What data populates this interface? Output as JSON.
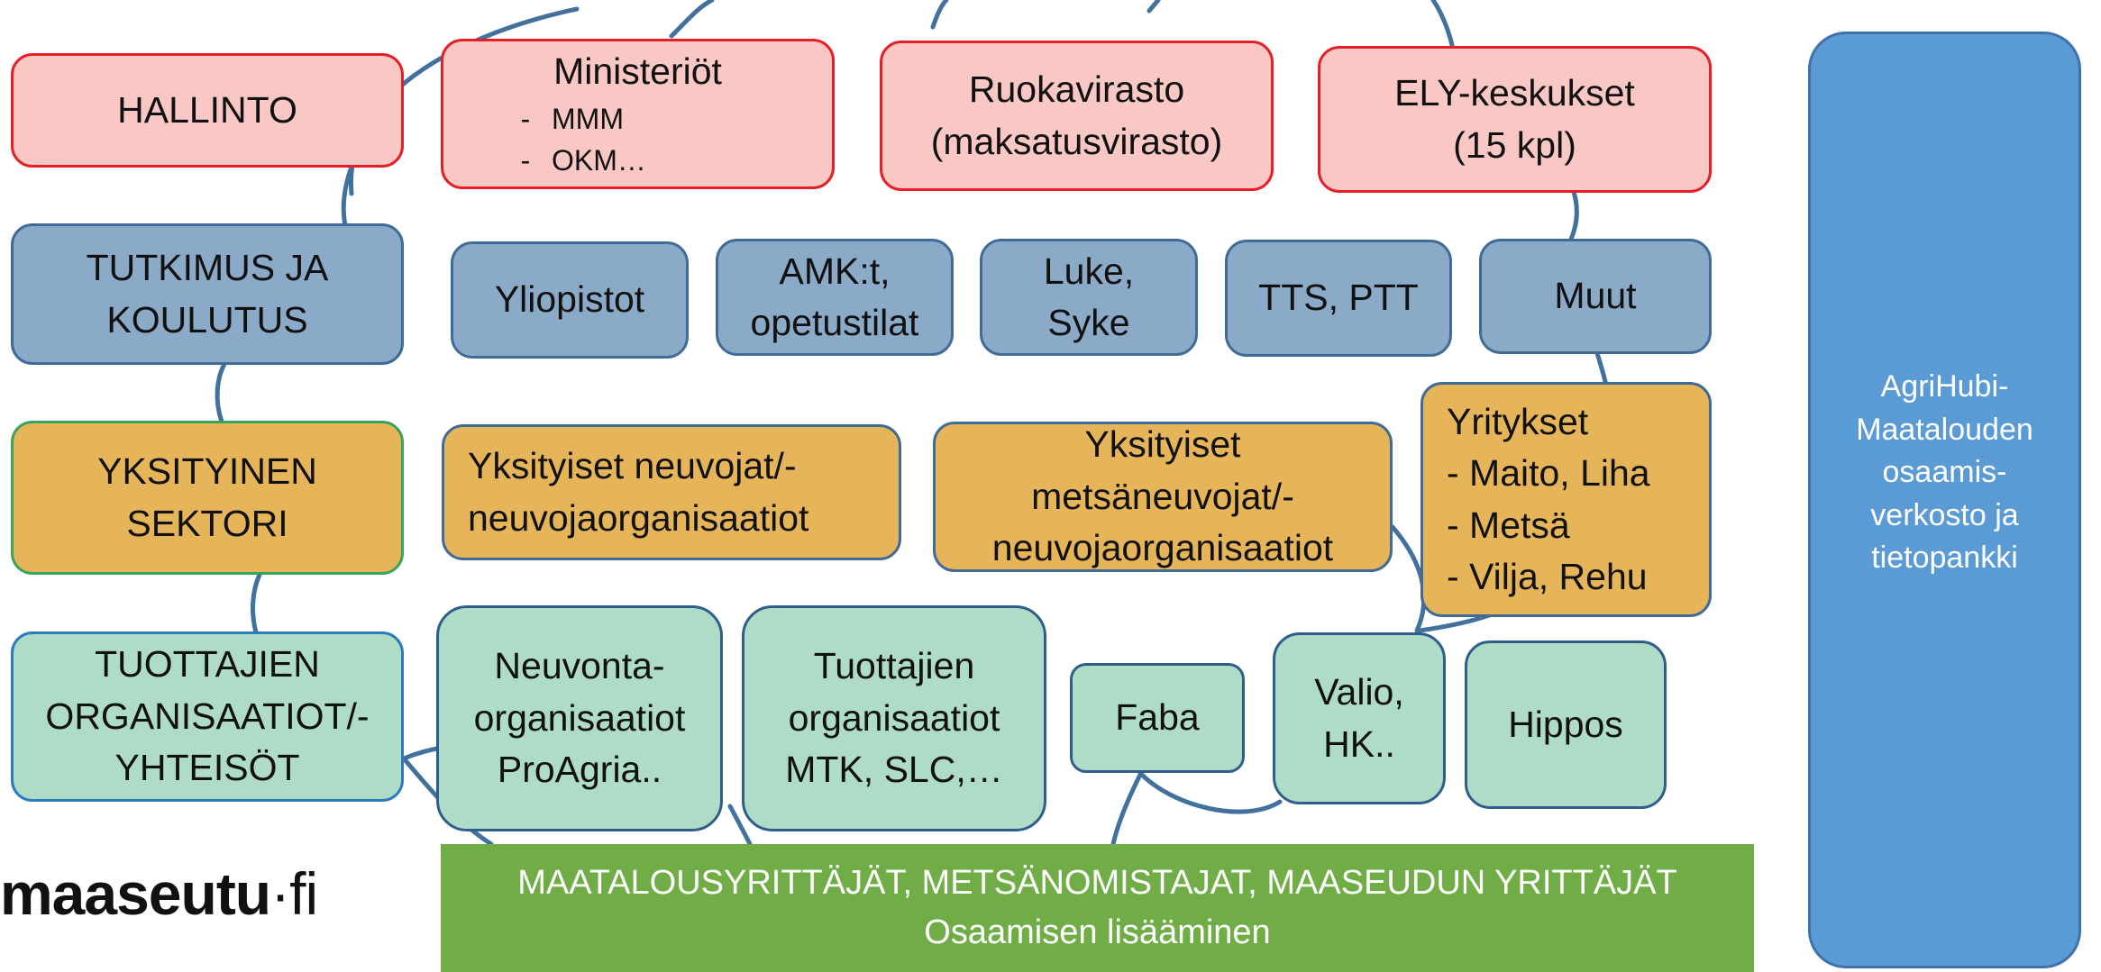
{
  "categories": {
    "hallinto": "HALLINTO",
    "tutkimus": [
      "TUTKIMUS JA",
      "KOULUTUS"
    ],
    "yksityinen": [
      "YKSITYINEN",
      "SEKTORI"
    ],
    "tuottajien": [
      "TUOTTAJIEN",
      "ORGANISAATIOT/-",
      "YHTEISÖT"
    ]
  },
  "admin": {
    "ministeriot": {
      "title": "Ministeriöt",
      "items": [
        "MMM",
        "OKM…"
      ]
    },
    "ruokavirasto": [
      "Ruokavirasto",
      "(maksatusvirasto)"
    ],
    "ely": [
      "ELY-keskukset",
      "(15 kpl)"
    ]
  },
  "research": {
    "yliopistot": "Yliopistot",
    "amk": [
      "AMK:t,",
      "opetustilat"
    ],
    "luke": [
      "Luke,",
      "Syke"
    ],
    "tts": "TTS, PTT",
    "muut": "Muut"
  },
  "private": {
    "neuvojat": [
      "Yksityiset neuvojat/-",
      "neuvojaorganisaatiot"
    ],
    "metsaneuvojat": [
      "Yksityiset",
      "metsäneuvojat/-",
      "neuvojaorganisaatiot"
    ],
    "yritykset": {
      "title": "Yritykset",
      "items": [
        "-  Maito, Liha",
        "-  Metsä",
        "-  Vilja, Rehu"
      ]
    }
  },
  "producer": {
    "neuvonta": [
      "Neuvonta-",
      "organisaatiot",
      "ProAgria.."
    ],
    "tuottajien_org": [
      "Tuottajien",
      "organisaatiot",
      "MTK, SLC,…"
    ],
    "faba": "Faba",
    "valio": [
      "Valio,",
      "HK.."
    ],
    "hippos": "Hippos"
  },
  "hubi": [
    "AgriHubi-",
    "Maatalouden",
    "osaamis-",
    "verkosto ja",
    "tietopankki"
  ],
  "footer": [
    "MAATALOUSYRITTÄJÄT, METSÄNOMISTAJAT, MAASEUDUN YRITTÄJÄT",
    "Osaamisen lisääminen"
  ],
  "logo": {
    "brand": "maaseutu",
    "dot": "·",
    "tld": "fi"
  },
  "colors": {
    "admin_fill": "#f9c7c4",
    "admin_border": "#e41f26",
    "research_fill": "#8aaac8",
    "private_fill": "#e6b55a",
    "producer_fill": "#aedcc7",
    "hubi_fill": "#5b9bd5",
    "footer_fill": "#70ad47",
    "connector": "#41719c"
  }
}
